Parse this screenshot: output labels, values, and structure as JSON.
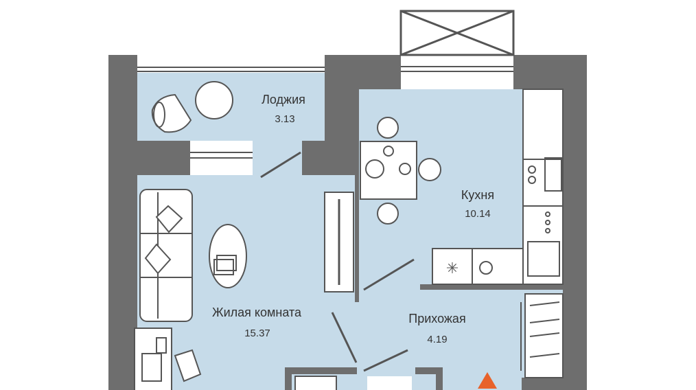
{
  "plan": {
    "rooms": [
      {
        "name": "Лоджия",
        "area": "3.13"
      },
      {
        "name": "Кухня",
        "area": "10.14"
      },
      {
        "name": "Жилая комната",
        "area": "15.37"
      },
      {
        "name": "Прихожая",
        "area": "4.19"
      }
    ],
    "colors": {
      "wall": "#6e6e6e",
      "floor": "#c6dbe9",
      "entrance_marker": "#e8622a"
    }
  }
}
